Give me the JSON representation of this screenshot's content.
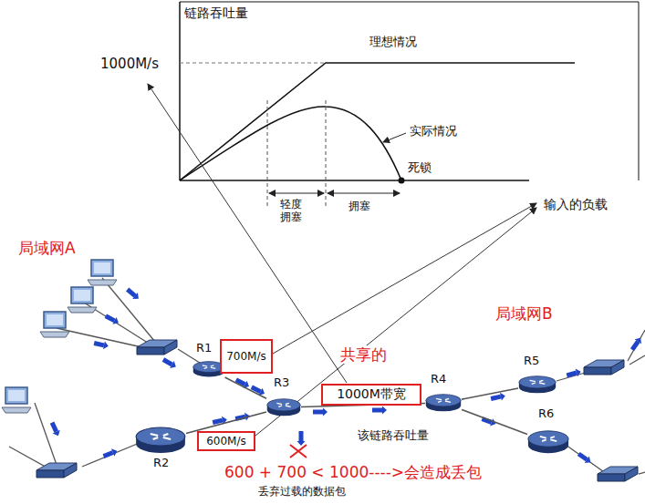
{
  "diagram": {
    "nodes": [
      {
        "text": [
          "R1"
        ]
      },
      {
        "text": [
          "700M/s"
        ]
      },
      {
        "text": [
          "R3"
        ]
      },
      {
        "text": [
          "1000M带宽"
        ]
      },
      {
        "text": [
          "R4"
        ]
      },
      {
        "text": [
          "R5"
        ]
      },
      {
        "text": [
          "R6"
        ]
      },
      {
        "text": [
          "R2"
        ]
      },
      {
        "text": [
          "600M/s"
        ]
      }
    ],
    "edges": [
      {
        "from": 0,
        "to": 2,
        "arrow": "none"
      },
      {
        "from": 7,
        "to": 2,
        "arrow": "none"
      },
      {
        "from": 2,
        "to": 4,
        "arrow": "none"
      },
      {
        "from": 4,
        "to": 5,
        "arrow": "none"
      },
      {
        "from": 4,
        "to": 6,
        "arrow": "none"
      }
    ],
    "labels": [
      "链路吞吐量",
      "1000M/s",
      "理想情况",
      "实际情况",
      "死锁",
      "轻度 拥塞",
      "拥塞",
      "输入的负载",
      "局域网A",
      "局域网B",
      "共享的",
      "该链路吞吐量",
      "600 + 700 < 1000---->会造成丢包",
      "丢弃过载的数据包"
    ]
  }
}
